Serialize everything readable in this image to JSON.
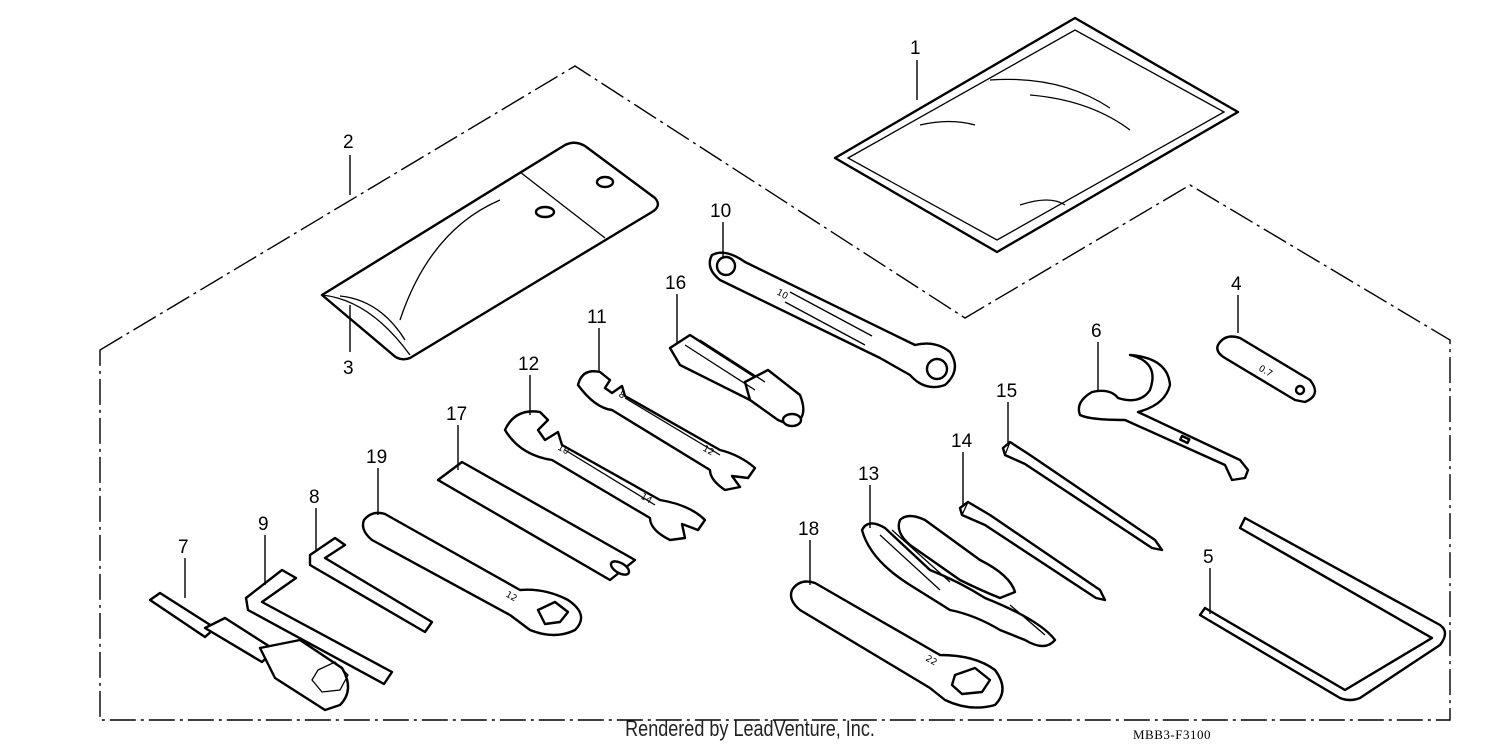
{
  "diagram": {
    "code": "MBB3-F3100",
    "credit": "Rendered by LeadVenture, Inc.",
    "callouts": [
      "1",
      "2",
      "3",
      "4",
      "5",
      "6",
      "7",
      "8",
      "9",
      "10",
      "11",
      "12",
      "13",
      "14",
      "15",
      "16",
      "17",
      "18",
      "19"
    ],
    "stamps": {
      "spanner_10": "10",
      "spanner_11_small": "8",
      "spanner_11_large": "12",
      "spanner_12_small": "10",
      "spanner_12_large": "14",
      "box_19": "12",
      "box_18": "22",
      "gauge_4": "0.7"
    }
  }
}
